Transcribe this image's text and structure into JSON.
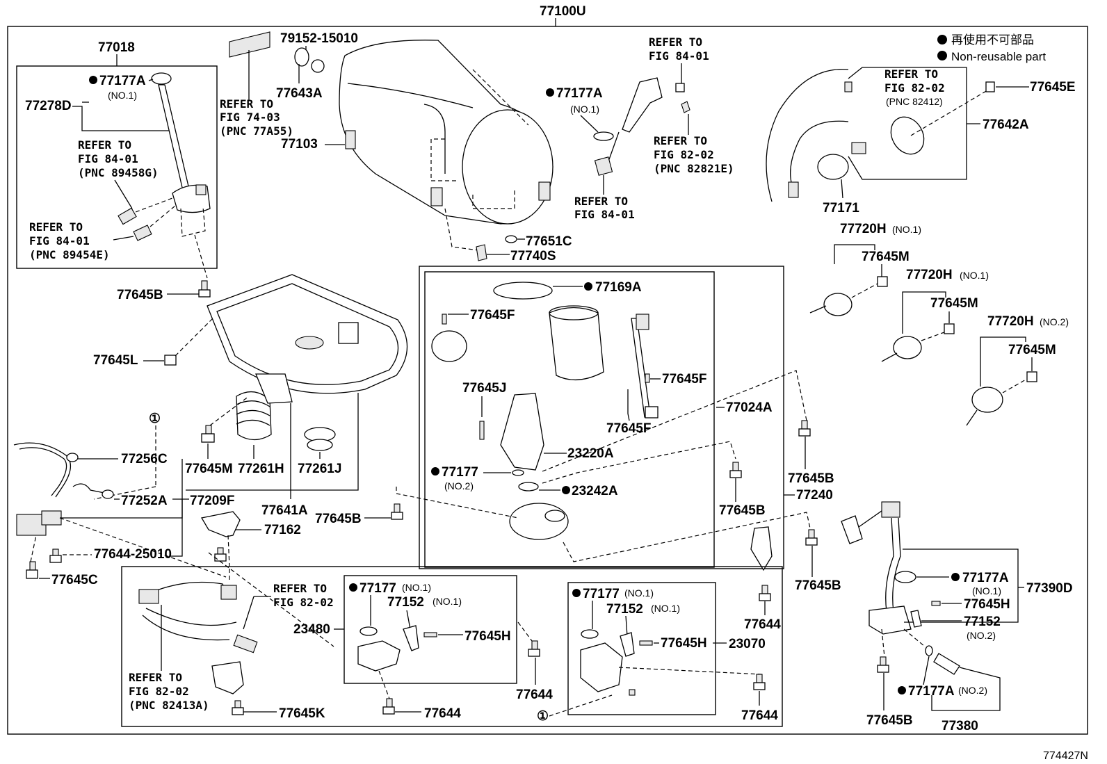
{
  "diagram": {
    "title": "77100U",
    "figure_code": "774427N",
    "legend": {
      "ja": "再使用不可部品",
      "en": "Non-reusable part"
    },
    "labels": {
      "p77018": "77018",
      "p77177A_top": "77177A",
      "no1_a": "(NO.1)",
      "p77278D": "77278D",
      "ref1_a": "REFER TO",
      "ref1_b": "FIG 84-01",
      "ref1_c": "(PNC 89458G)",
      "ref2_a": "REFER TO",
      "ref2_b": "FIG 84-01",
      "ref2_c": "(PNC 89454E)",
      "ref3_a": "REFER TO",
      "ref3_b": "FIG 74-03",
      "ref3_c": "(PNC 77A55)",
      "p79152": "79152-15010",
      "p77643A": "77643A",
      "p77103": "77103",
      "p77177A_mid": "77177A",
      "no1_b": "(NO.1)",
      "ref4_a": "REFER TO",
      "ref4_b": "FIG 84-01",
      "ref5_a": "REFER TO",
      "ref5_b": "FIG 82-02",
      "ref5_c": "(PNC 82821E)",
      "ref6_a": "REFER TO",
      "ref6_b": "FIG 84-01",
      "ref7_a": "REFER TO",
      "ref7_b": "FIG 82-02",
      "ref7_c": "(PNC 82412)",
      "p77645E": "77645E",
      "p77642A": "77642A",
      "p77171": "77171",
      "p77651C": "77651C",
      "p77740S": "77740S",
      "p77720H_1": "77720H",
      "no1_c": "(NO.1)",
      "p77645M_1": "77645M",
      "p77720H_2": "77720H",
      "no1_d": "(NO.1)",
      "p77645M_2": "77645M",
      "p77720H_3": "77720H",
      "no2_a": "(NO.2)",
      "p77645M_3": "77645M",
      "p77645B_a": "77645B",
      "p77645L": "77645L",
      "p77169A": "77169A",
      "p77645F_a": "77645F",
      "p77645F_b": "77645F",
      "p77645F_c": "77645F",
      "p77645J": "77645J",
      "p23220A": "23220A",
      "p77024A": "77024A",
      "p77177_a": "77177",
      "no2_b": "(NO.2)",
      "p23242A": "23242A",
      "p77240": "77240",
      "p77645B_b": "77645B",
      "p77645B_c": "77645B",
      "p77645B_d": "77645B",
      "p77645B_e": "77645B",
      "p77645B_f": "77645B",
      "circ1": "①",
      "circ2": "①",
      "p77256C": "77256C",
      "p77252A": "77252A",
      "p77209F": "77209F",
      "p77645M_4": "77645M",
      "p77261H": "77261H",
      "p77261J": "77261J",
      "p77641A": "77641A",
      "p77162": "77162",
      "p77644_25010": "77644-25010",
      "p77645C": "77645C",
      "ref8_a": "REFER TO",
      "ref8_b": "FIG 82-02",
      "p23480": "23480",
      "ref9_a": "REFER TO",
      "ref9_b": "FIG 82-02",
      "ref9_c": "(PNC 82413A)",
      "p77645K": "77645K",
      "p77177_b": "77177",
      "no1_e": "(NO.1)",
      "p77152_a": "77152",
      "no1_f": "(NO.1)",
      "p77645H_a": "77645H",
      "p77644_a": "77644",
      "p77644_b": "77644",
      "p77177_c": "77177",
      "no1_g": "(NO.1)",
      "p77152_b": "77152",
      "no1_h": "(NO.1)",
      "p77645H_b": "77645H",
      "p23070": "23070",
      "p77644_c": "77644",
      "p77644_d": "77644",
      "p77177A_r1": "77177A",
      "no1_i": "(NO.1)",
      "p77645H_c": "77645H",
      "p77152_c": "77152",
      "no2_c": "(NO.2)",
      "p77390D": "77390D",
      "p77177A_r2": "77177A",
      "no2_d": "(NO.2)",
      "p77380": "77380"
    }
  }
}
